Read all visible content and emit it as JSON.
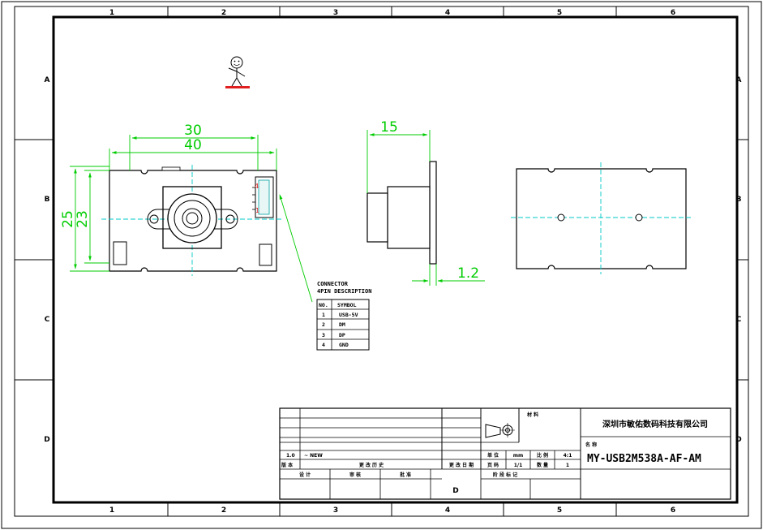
{
  "sheet": {
    "columns": [
      "1",
      "2",
      "3",
      "4",
      "5",
      "6"
    ],
    "rows": [
      "A",
      "B",
      "C",
      "D"
    ]
  },
  "front_view": {
    "dim_top_inner": "30",
    "dim_top_outer": "40",
    "dim_left_outer": "25",
    "dim_left_inner": "23",
    "pin_top": "4",
    "pin_bottom": "1"
  },
  "side_view": {
    "dim_width": "15",
    "dim_thickness": "1.2"
  },
  "connector_table": {
    "title_line1": "CONNECTOR",
    "title_line2": "4PIN DESCRIPTION",
    "headers": [
      "NO.",
      "SYMBOL"
    ],
    "rows": [
      [
        "1",
        "USB-5V"
      ],
      [
        "2",
        "DM"
      ],
      [
        "3",
        "DP"
      ],
      [
        "4",
        "GND"
      ]
    ]
  },
  "title_block": {
    "material_label": "材 料",
    "company": "深圳市敏佑数码科技有限公司",
    "name_label": "名 称",
    "model": "MY-USB2M538A-AF-AM",
    "version": "1.0",
    "version_note": "~ NEW",
    "unit_label": "单 位",
    "unit_value": "mm",
    "scale_label": "比 例",
    "scale_value": "4:1",
    "rev_label": "版 本",
    "change_history_label": "更 改 历 史",
    "change_date_label": "更 改 日 期",
    "page_label": "页 码",
    "page_value": "1/1",
    "qty_label": "数 量",
    "qty_value": "1",
    "design_label": "设 计",
    "review_label": "审 核",
    "approve_label": "批 准",
    "stage_label": "阶 段 标 记",
    "stage_value": "D"
  }
}
